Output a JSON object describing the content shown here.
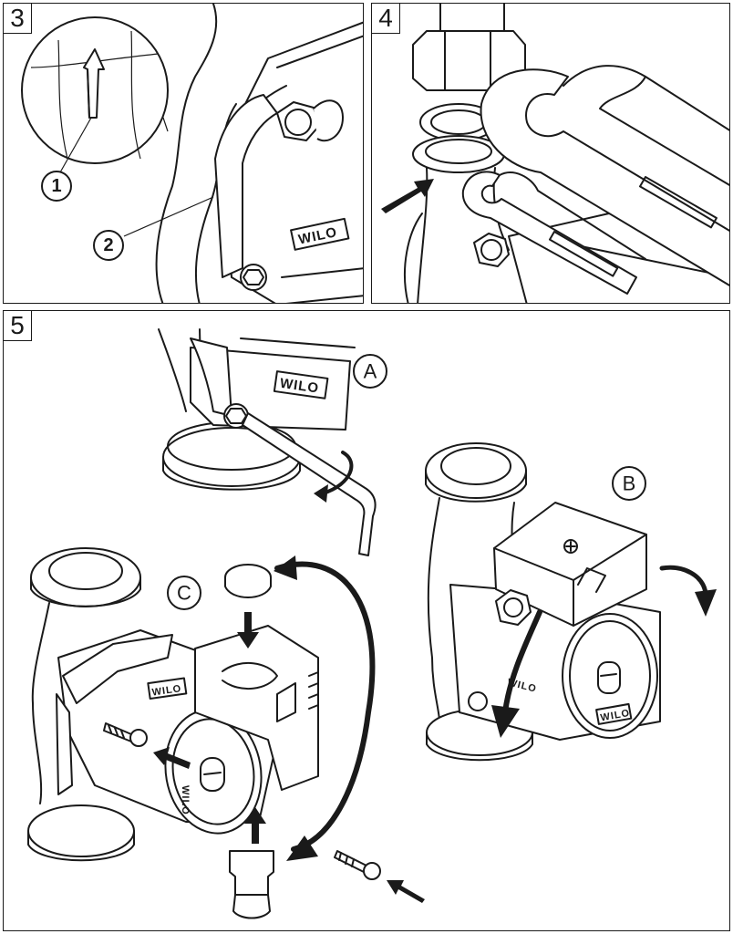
{
  "panels": [
    {
      "step": "3",
      "callouts": [
        "1",
        "2"
      ],
      "brand": "WILO"
    },
    {
      "step": "4"
    },
    {
      "step": "5",
      "views": [
        {
          "letter": "A",
          "brand": "WILO"
        },
        {
          "letter": "B",
          "brand": "WILO"
        },
        {
          "letter": "C",
          "brand": "WILO"
        }
      ]
    }
  ],
  "colors": {
    "ink": "#1a1a1a",
    "paper": "#ffffff"
  }
}
